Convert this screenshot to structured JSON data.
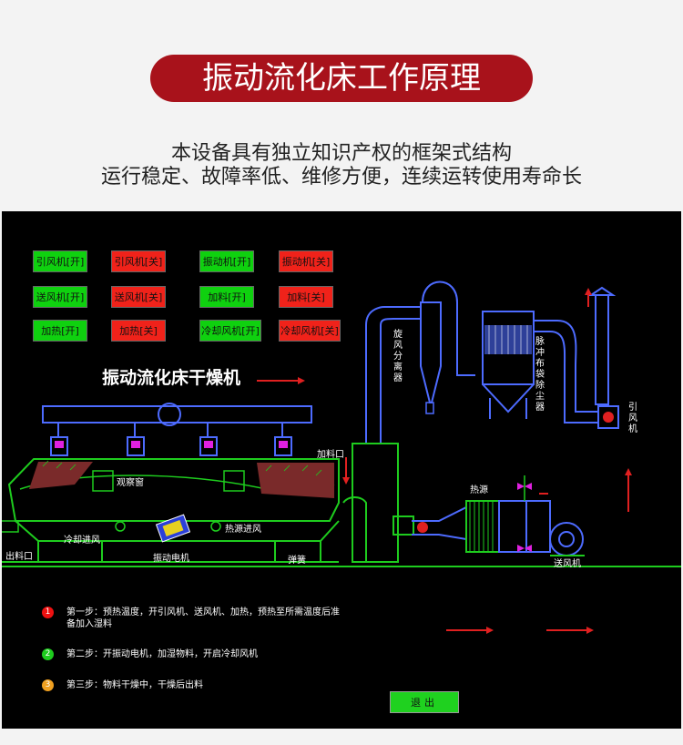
{
  "header": {
    "title": "振动流化床工作原理",
    "line1": "本设备具有独立知识产权的框架式结构",
    "line2": "运行稳定、故障率低、维修方便，连续运转使用寿命长"
  },
  "controls": [
    {
      "label": "引风机[开]",
      "state": "on"
    },
    {
      "label": "引风机[关]",
      "state": "off"
    },
    {
      "label": "振动机[开]",
      "state": "on"
    },
    {
      "label": "振动机[关]",
      "state": "off"
    },
    {
      "label": "送风机[开]",
      "state": "on"
    },
    {
      "label": "送风机[关]",
      "state": "off"
    },
    {
      "label": "加料[开]",
      "state": "on"
    },
    {
      "label": "加料[关]",
      "state": "off"
    },
    {
      "label": "加热[开]",
      "state": "on"
    },
    {
      "label": "加热[关]",
      "state": "off"
    },
    {
      "label": "冷却风机[开]",
      "state": "on"
    },
    {
      "label": "冷却风机[关]",
      "state": "off"
    }
  ],
  "diagram": {
    "title": "振动流化床干燥机",
    "labels": {
      "cyclone": "旋风分离器",
      "bag_filter": "脉冲布袋除尘器",
      "induced_fan": "引风机",
      "feed_port": "加料口",
      "window": "观察窗",
      "cooling_inlet": "冷却进风",
      "hot_inlet": "热源进风",
      "motor": "振动电机",
      "spring": "弹簧",
      "outlet": "出料口",
      "heater": "热源",
      "blower": "送风机"
    }
  },
  "steps": [
    {
      "num": "1",
      "text": "第一步：预热温度，开引风机、送风机、加热，预热至所需温度后准备加入湿料",
      "color": "#ee1111"
    },
    {
      "num": "2",
      "text": "第二步：开振动电机，加湿物料，开启冷却风机",
      "color": "#1ecc1e"
    },
    {
      "num": "3",
      "text": "第三步：物料干燥中，干燥后出料",
      "color": "#f0a020"
    }
  ],
  "exit_label": "退出",
  "colors": {
    "accent": "#a8121b",
    "on": "#0fd10f",
    "off": "#f0221a"
  }
}
